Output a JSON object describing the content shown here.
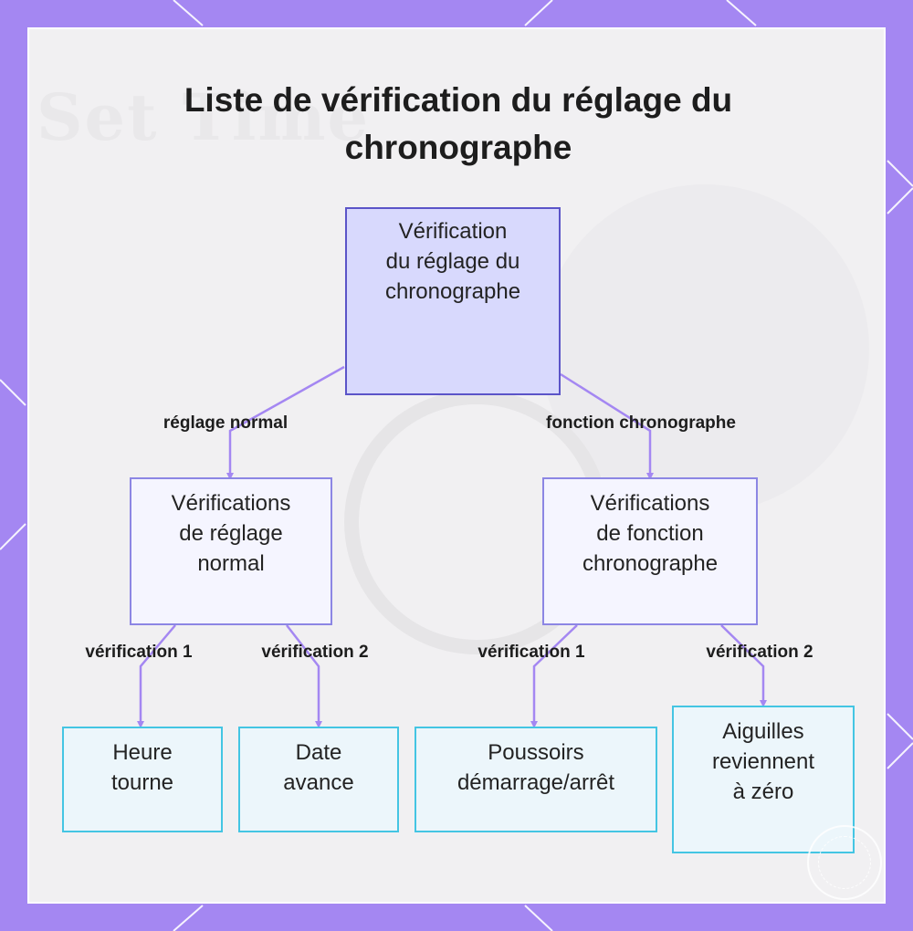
{
  "title": "Liste de vérification du réglage du chronographe",
  "background_text": "Set Time",
  "colors": {
    "frame": "#a487f2",
    "card": "#f1f0f2",
    "connector": "#a487f2",
    "root_fill": "#d8d9fd",
    "root_border": "#5b54c8",
    "mid_fill": "#f5f5ff",
    "mid_border": "#8c86e4",
    "leaf_fill": "#ecf6fb",
    "leaf_border": "#44c5e3"
  },
  "nodes": {
    "root": "Vérification\ndu réglage du\nchronographe",
    "normal": "Vérifications\nde réglage\nnormal",
    "chrono": "Vérifications\nde fonction\nchronographe",
    "heure": "Heure\ntourne",
    "date": "Date\navance",
    "poussoirs": "Poussoirs\ndémarrage/arrêt",
    "aiguilles": "Aiguilles\nreviennent\nà zéro"
  },
  "edges": {
    "root_normal": "réglage normal",
    "root_chrono": "fonction chronographe",
    "normal_heure": "vérification 1",
    "normal_date": "vérification 2",
    "chrono_poussoirs": "vérification 1",
    "chrono_aiguilles": "vérification 2"
  }
}
